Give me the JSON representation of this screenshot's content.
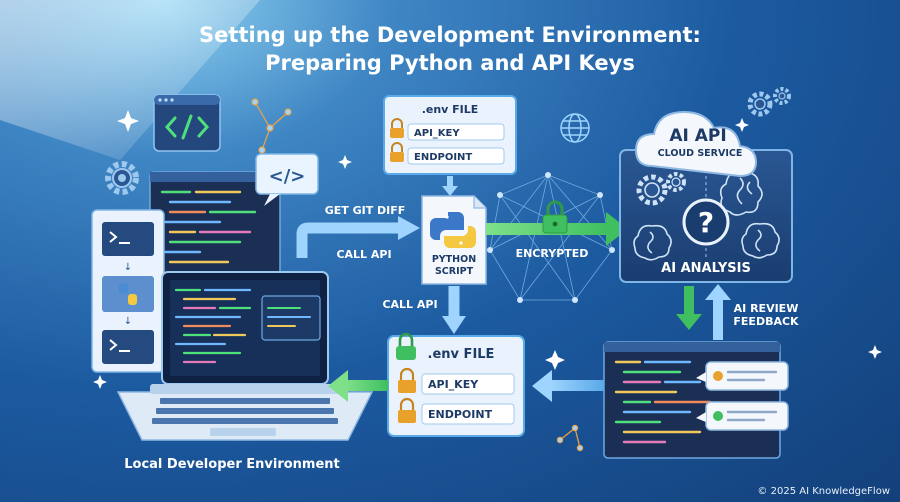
{
  "title": {
    "line1": "Setting up the Development Environment:",
    "line2": "Preparing Python and API Keys"
  },
  "env_file_top": {
    "title": ".env FILE",
    "field1": "API_KEY",
    "field2": "ENDPOINT"
  },
  "env_file_bottom": {
    "title": ".env FILE",
    "field1": "API_KEY",
    "field2": "ENDPOINT"
  },
  "python_script": {
    "line1": "PYTHON",
    "line2": "SCRIPT"
  },
  "flow_labels": {
    "get_git_diff": "GET GIT DIFF",
    "call_api_left": "CALL API",
    "call_api_down": "CALL API",
    "encrypted": "ENCRYPTED",
    "ai_review_line1": "AI REVIEW",
    "ai_review_line2": "FEEDBACK"
  },
  "cloud": {
    "title": "AI API",
    "subtitle": "CLOUD SERVICE"
  },
  "ai_panel": {
    "label": "AI ANALYSIS"
  },
  "local_env_label": "Local Developer Environment",
  "code_bubble_glyph": "</>",
  "copyright": "© 2025 AI KnowledgeFlow",
  "colors": {
    "accent_green": "#3fbf5f",
    "flow_blue": "#5aa9e8",
    "lock_gold": "#e8a22b",
    "panel_dark": "#1d3a66"
  }
}
